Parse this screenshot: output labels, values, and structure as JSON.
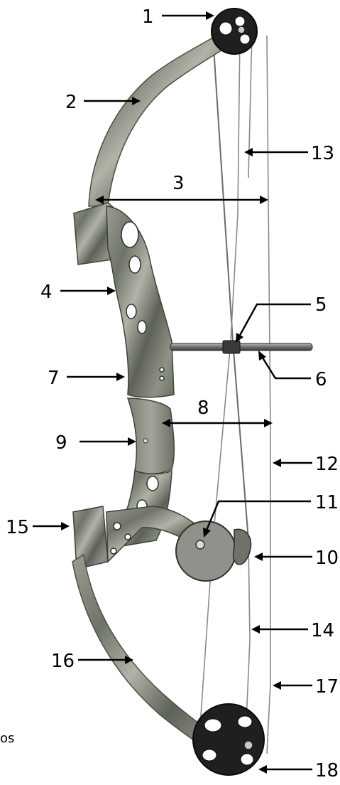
{
  "diagram": {
    "callouts": [
      {
        "id": "1",
        "label": "1"
      },
      {
        "id": "2",
        "label": "2"
      },
      {
        "id": "3",
        "label": "3"
      },
      {
        "id": "4",
        "label": "4"
      },
      {
        "id": "5",
        "label": "5"
      },
      {
        "id": "6",
        "label": "6"
      },
      {
        "id": "7",
        "label": "7"
      },
      {
        "id": "8",
        "label": "8"
      },
      {
        "id": "9",
        "label": "9"
      },
      {
        "id": "10",
        "label": "10"
      },
      {
        "id": "11",
        "label": "11"
      },
      {
        "id": "12",
        "label": "12"
      },
      {
        "id": "13",
        "label": "13"
      },
      {
        "id": "14",
        "label": "14"
      },
      {
        "id": "15",
        "label": "15"
      },
      {
        "id": "16",
        "label": "16"
      },
      {
        "id": "17",
        "label": "17"
      },
      {
        "id": "18",
        "label": "18"
      }
    ],
    "edge_fragment": "os",
    "colors": {
      "camo_base": "#7f8378",
      "camo_dark": "#4e5449",
      "camo_light": "#b7b9ad",
      "string": "#8a8a8a",
      "cam_black": "#1e1f1e"
    }
  }
}
